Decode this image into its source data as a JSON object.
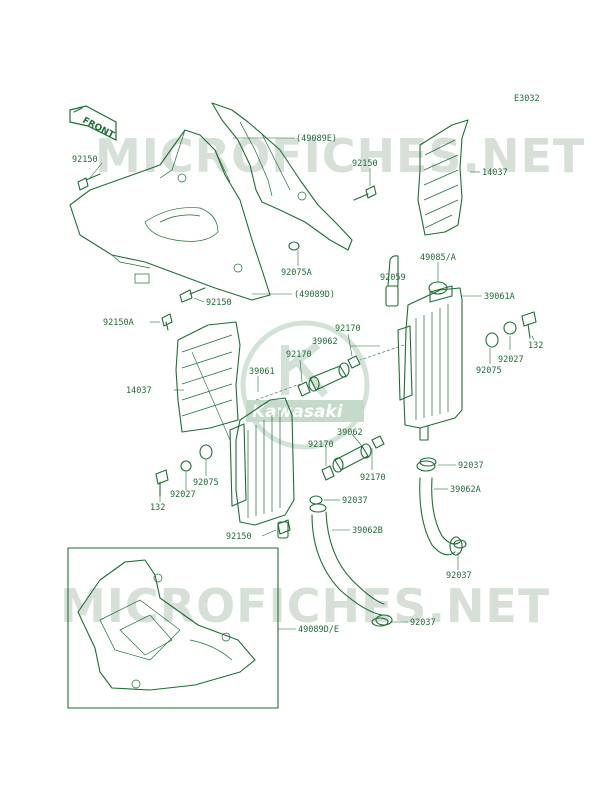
{
  "diagram_code": "E3032",
  "watermarks": {
    "site": "MICROFICHES.NET",
    "brand": "Kawasaki"
  },
  "front_arrow": "FRONT",
  "colors": {
    "ink": "#1f6e35",
    "watermark": "#b5c7b8",
    "background": "#ffffff"
  },
  "labels": {
    "p92150_a": "92150",
    "p49089e": "(49089E)",
    "p92150_b": "92150",
    "p14037_a": "14037",
    "p92075a": "92075A",
    "p49085a": "49085/A",
    "p92059": "92059",
    "p39061a": "39061A",
    "p49089d": "(49089D)",
    "p92150_c": "92150",
    "p92150a": "92150A",
    "p92170_a": "92170",
    "p39062_a": "39062",
    "p92170_b": "92170",
    "p132_a": "132",
    "p92027_a": "92027",
    "p92075_a": "92075",
    "p14037_b": "14037",
    "p39061": "39061",
    "p39062_b": "39062",
    "p92170_c": "92170",
    "p92170_d": "92170",
    "p92037_a": "92037",
    "p92075_b": "92075",
    "p92027_b": "92027",
    "p132_b": "132",
    "p92037_b": "92037",
    "p39062a": "39062A",
    "p92150_d": "92150",
    "p39062b": "39062B",
    "p92037_c": "92037",
    "p49089de": "49089D/E",
    "p92037_d": "92037"
  }
}
